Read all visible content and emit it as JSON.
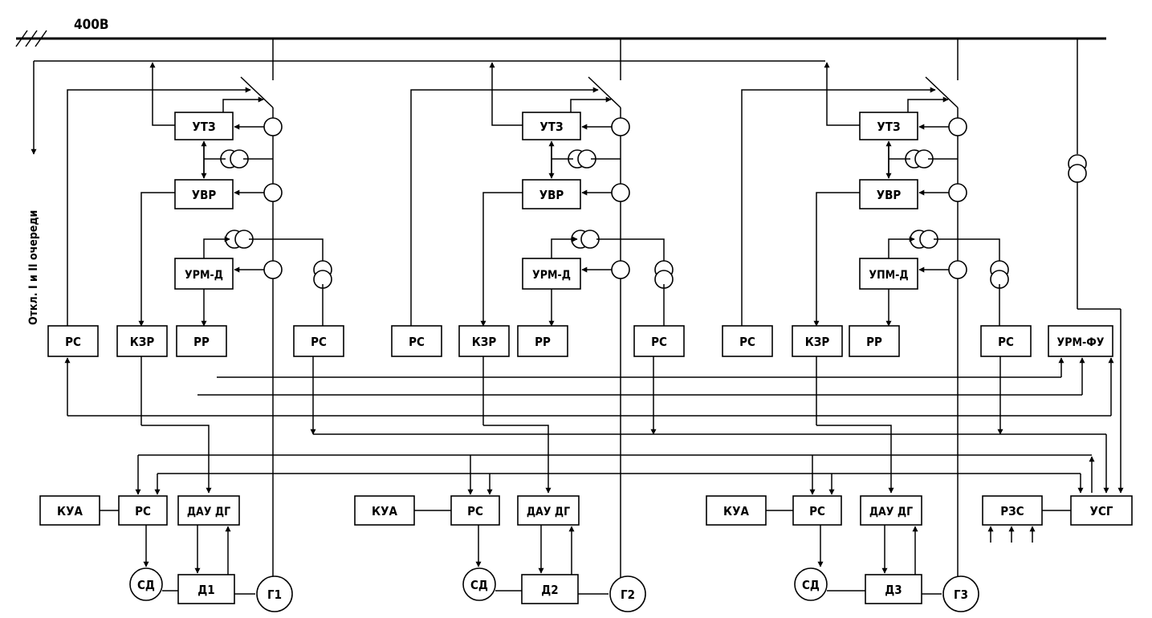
{
  "bus": {
    "voltage": "400В"
  },
  "side_label": "Откл. I и II очереди",
  "modules": [
    {
      "utz": "УТЗ",
      "uvr": "УВР",
      "urm": "УРМ-Д",
      "rs_left": "РС",
      "kzr": "КЗР",
      "rr": "РР",
      "rs_right": "РС",
      "kua": "КУА",
      "rs_bottom": "РС",
      "daudg": "ДАУ ДГ",
      "sd": "СД",
      "diesel": "Д1",
      "gen": "Г1"
    },
    {
      "utz": "УТЗ",
      "uvr": "УВР",
      "urm": "УРМ-Д",
      "rs_left": "РС",
      "kzr": "КЗР",
      "rr": "РР",
      "rs_right": "РС",
      "kua": "КУА",
      "rs_bottom": "РС",
      "daudg": "ДАУ ДГ",
      "sd": "СД",
      "diesel": "Д2",
      "gen": "Г2"
    },
    {
      "utz": "УТЗ",
      "uvr": "УВР",
      "urm": "УПМ-Д",
      "rs_left": "РС",
      "kzr": "КЗР",
      "rr": "РР",
      "rs_right": "РС",
      "kua": "КУА",
      "rs_bottom": "РС",
      "daudg": "ДАУ ДГ",
      "sd": "СД",
      "diesel": "Д3",
      "gen": "Г3"
    }
  ],
  "shared": {
    "urm_fu": "УРМ-ФУ",
    "rzs": "РЗС",
    "usg": "УСГ"
  }
}
